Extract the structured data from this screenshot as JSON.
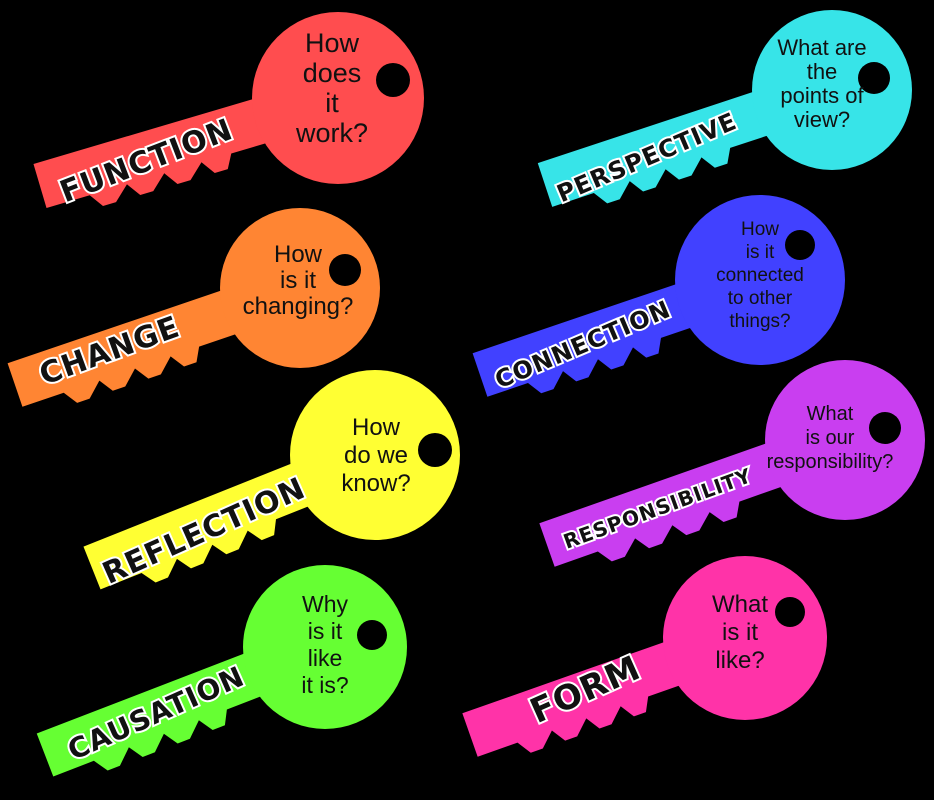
{
  "keys": [
    {
      "concept": "FUNCTION",
      "question": [
        "How",
        "does",
        "it",
        "work?"
      ],
      "color": "#ff4d4f"
    },
    {
      "concept": "PERSPECTIVE",
      "question": [
        "What are",
        "the",
        "points of",
        "view?"
      ],
      "color": "#37e4e8"
    },
    {
      "concept": "CHANGE",
      "question": [
        "How",
        "is it",
        "changing?"
      ],
      "color": "#ff8533"
    },
    {
      "concept": "CONNECTION",
      "question": [
        "How",
        "is it",
        "connected",
        "to other",
        "things?"
      ],
      "color": "#4141ff"
    },
    {
      "concept": "REFLECTION",
      "question": [
        "How",
        "do we",
        "know?"
      ],
      "color": "#ffff33"
    },
    {
      "concept": "RESPONSIBILITY",
      "question": [
        "What",
        "is our",
        "responsibility?"
      ],
      "color": "#c93ef0"
    },
    {
      "concept": "CAUSATION",
      "question": [
        "Why",
        "is it",
        "like",
        "it is?"
      ],
      "color": "#66ff33"
    },
    {
      "concept": "FORM",
      "question": [
        "What",
        "is it",
        "like?"
      ],
      "color": "#ff33a8"
    }
  ]
}
